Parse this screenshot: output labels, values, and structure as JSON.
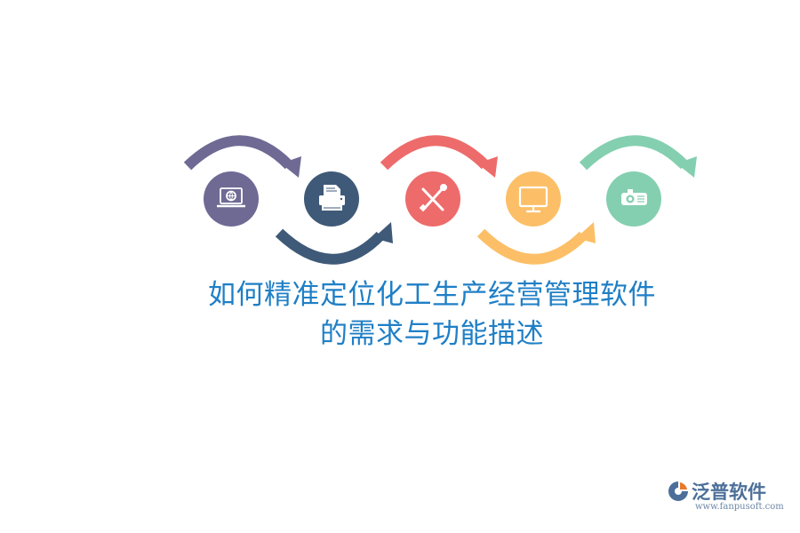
{
  "title": {
    "line1": "如何精准定位化工生产经营管理软件",
    "line2": "的需求与功能描述"
  },
  "steps": [
    {
      "icon": "laptop-globe-icon",
      "color": "#6e6a94"
    },
    {
      "icon": "printer-icon",
      "color": "#3f5a78"
    },
    {
      "icon": "tools-icon",
      "color": "#ee6b6b"
    },
    {
      "icon": "monitor-icon",
      "color": "#fcbf67"
    },
    {
      "icon": "projector-icon",
      "color": "#84cfb0"
    }
  ],
  "watermark": {
    "brand": "泛普软件",
    "url": "www.fanpusoft.com"
  }
}
